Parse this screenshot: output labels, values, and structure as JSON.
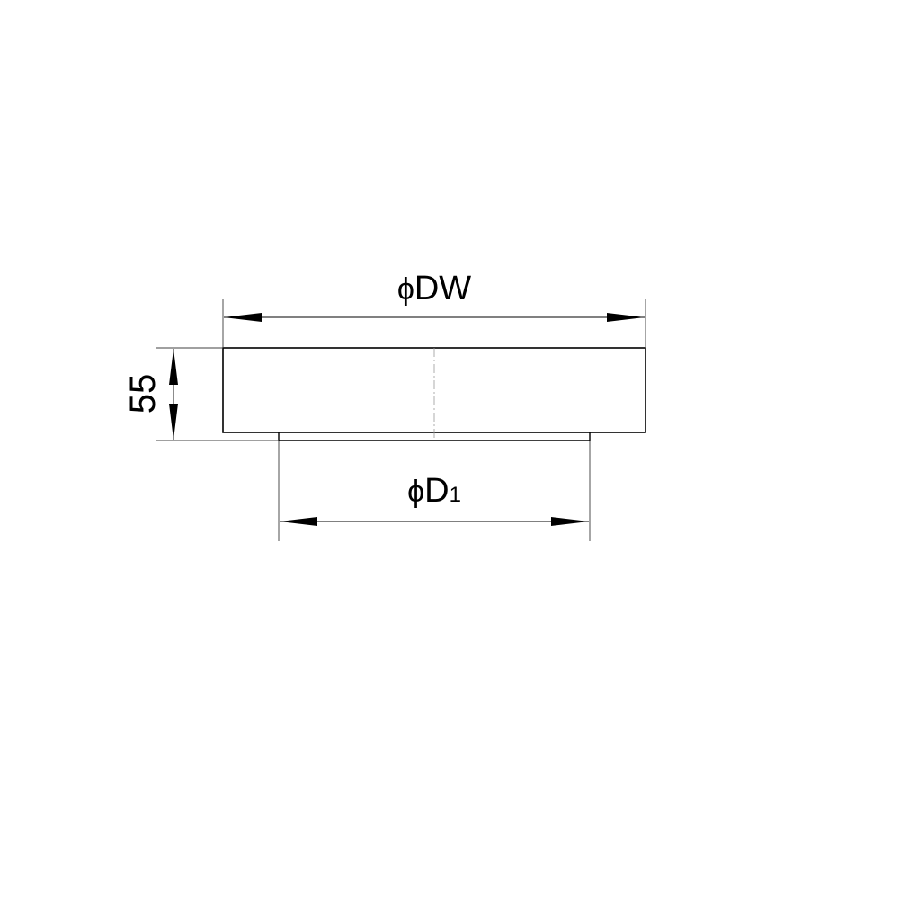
{
  "drawing": {
    "dimensions": {
      "outer_diameter": {
        "symbol": "ϕ",
        "label": "DW"
      },
      "inner_diameter": {
        "symbol": "ϕ",
        "label": "D",
        "subscript": "1"
      },
      "height": {
        "value": "55"
      }
    },
    "colors": {
      "line": "#000000",
      "centerline": "#9a9a9a",
      "background": "#ffffff"
    }
  }
}
